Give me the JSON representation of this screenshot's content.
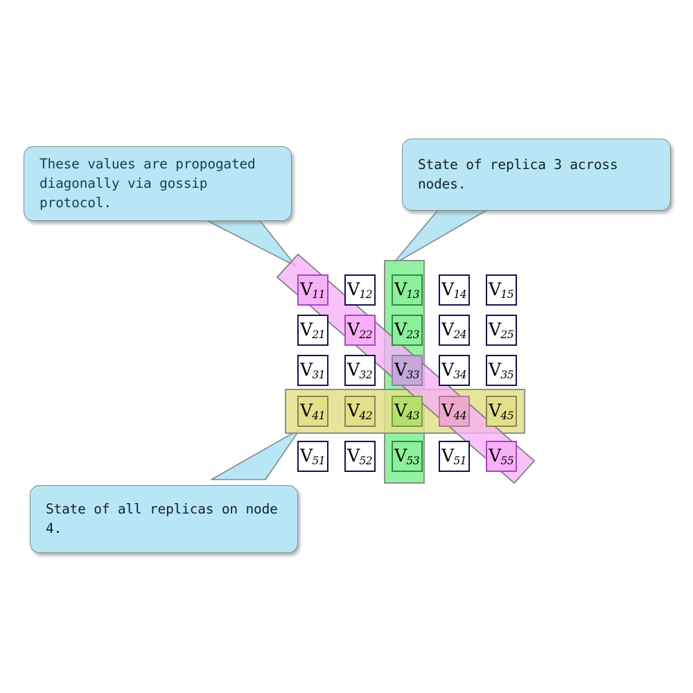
{
  "diagram": {
    "title": "Replica state grid with gossip propagation",
    "colors": {
      "callout_fill": "#b8e6f5",
      "callout_stroke": "#7f8c8d",
      "cell_border": "#141452",
      "diagonal_band": "#f7b0f7",
      "column_band": "#8cf09a",
      "row_band": "#e3e08a",
      "band_stroke": "#7f7f7f",
      "diagonal_cell_border": "#a347c4",
      "column_cell_border": "#2e8b45",
      "row_cell_border": "#8a8457"
    },
    "callouts": [
      {
        "id": "gossip",
        "text": "These values are propogated\ndiagonally via gossip protocol.",
        "points_to": "V11"
      },
      {
        "id": "replica3",
        "text": "State of replica 3 across nodes.",
        "points_to": "V13"
      },
      {
        "id": "node4",
        "text": "State of all replicas on node 4.",
        "points_to": "V41"
      }
    ],
    "grid": {
      "rows": 5,
      "cols": 5,
      "cells": [
        [
          {
            "label": "V",
            "sub": "11",
            "highlight": [
              "diag"
            ]
          },
          {
            "label": "V",
            "sub": "12",
            "highlight": []
          },
          {
            "label": "V",
            "sub": "13",
            "highlight": [
              "col"
            ]
          },
          {
            "label": "V",
            "sub": "14",
            "highlight": []
          },
          {
            "label": "V",
            "sub": "15",
            "highlight": []
          }
        ],
        [
          {
            "label": "V",
            "sub": "21",
            "highlight": []
          },
          {
            "label": "V",
            "sub": "22",
            "highlight": [
              "diag"
            ]
          },
          {
            "label": "V",
            "sub": "23",
            "highlight": [
              "col"
            ]
          },
          {
            "label": "V",
            "sub": "24",
            "highlight": []
          },
          {
            "label": "V",
            "sub": "25",
            "highlight": []
          }
        ],
        [
          {
            "label": "V",
            "sub": "31",
            "highlight": []
          },
          {
            "label": "V",
            "sub": "32",
            "highlight": []
          },
          {
            "label": "V",
            "sub": "33",
            "highlight": [
              "col",
              "diag"
            ]
          },
          {
            "label": "V",
            "sub": "34",
            "highlight": []
          },
          {
            "label": "V",
            "sub": "35",
            "highlight": []
          }
        ],
        [
          {
            "label": "V",
            "sub": "41",
            "highlight": [
              "row"
            ]
          },
          {
            "label": "V",
            "sub": "42",
            "highlight": [
              "row"
            ]
          },
          {
            "label": "V",
            "sub": "43",
            "highlight": [
              "row",
              "col"
            ]
          },
          {
            "label": "V",
            "sub": "44",
            "highlight": [
              "row",
              "diag"
            ]
          },
          {
            "label": "V",
            "sub": "45",
            "highlight": [
              "row"
            ]
          }
        ],
        [
          {
            "label": "V",
            "sub": "51",
            "highlight": []
          },
          {
            "label": "V",
            "sub": "52",
            "highlight": []
          },
          {
            "label": "V",
            "sub": "53",
            "highlight": [
              "col"
            ]
          },
          {
            "label": "V",
            "sub": "51",
            "highlight": []
          },
          {
            "label": "V",
            "sub": "55",
            "highlight": [
              "diag"
            ]
          }
        ]
      ]
    },
    "bands": {
      "diagonal": {
        "name": "gossip-diagonal-band",
        "cells": [
          "V11",
          "V22",
          "V33",
          "V44",
          "V55"
        ]
      },
      "column": {
        "name": "replica-3-column-band",
        "cells": [
          "V13",
          "V23",
          "V33",
          "V43",
          "V53"
        ]
      },
      "row": {
        "name": "node-4-row-band",
        "cells": [
          "V41",
          "V42",
          "V43",
          "V44",
          "V45"
        ]
      }
    }
  }
}
